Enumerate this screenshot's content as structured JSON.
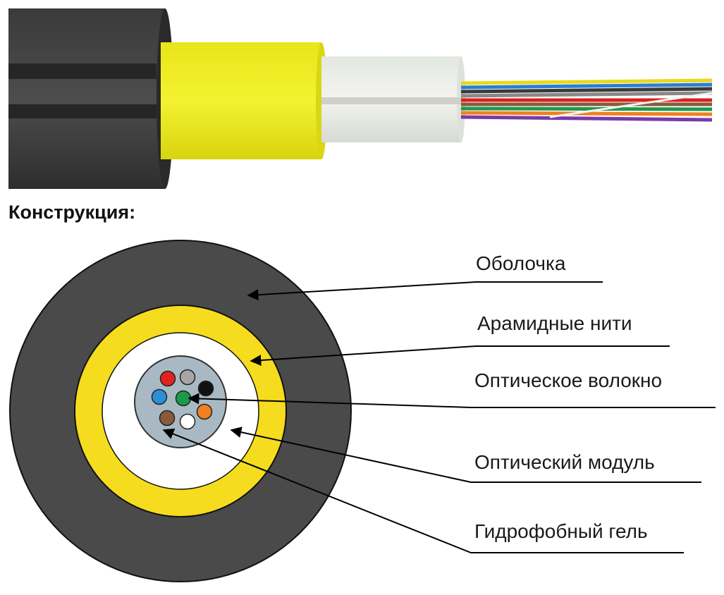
{
  "heading": "Конструкция:",
  "labels": {
    "sheath": "Оболочка",
    "aramid": "Арамидные нити",
    "fiber": "Оптическое волокно",
    "module": "Оптический модуль",
    "gel": "Гидрофобный гель"
  },
  "colors": {
    "sheath": "#4a4a4a",
    "aramid": "#f5dc1e",
    "module_fill": "#ffffff",
    "gel": "#a9b9c4",
    "fibers": [
      "#e0231e",
      "#a6a6a6",
      "#2b8fd8",
      "#1a9a4a",
      "#111111",
      "#8a5a3c",
      "#ffffff",
      "#f08020"
    ]
  }
}
